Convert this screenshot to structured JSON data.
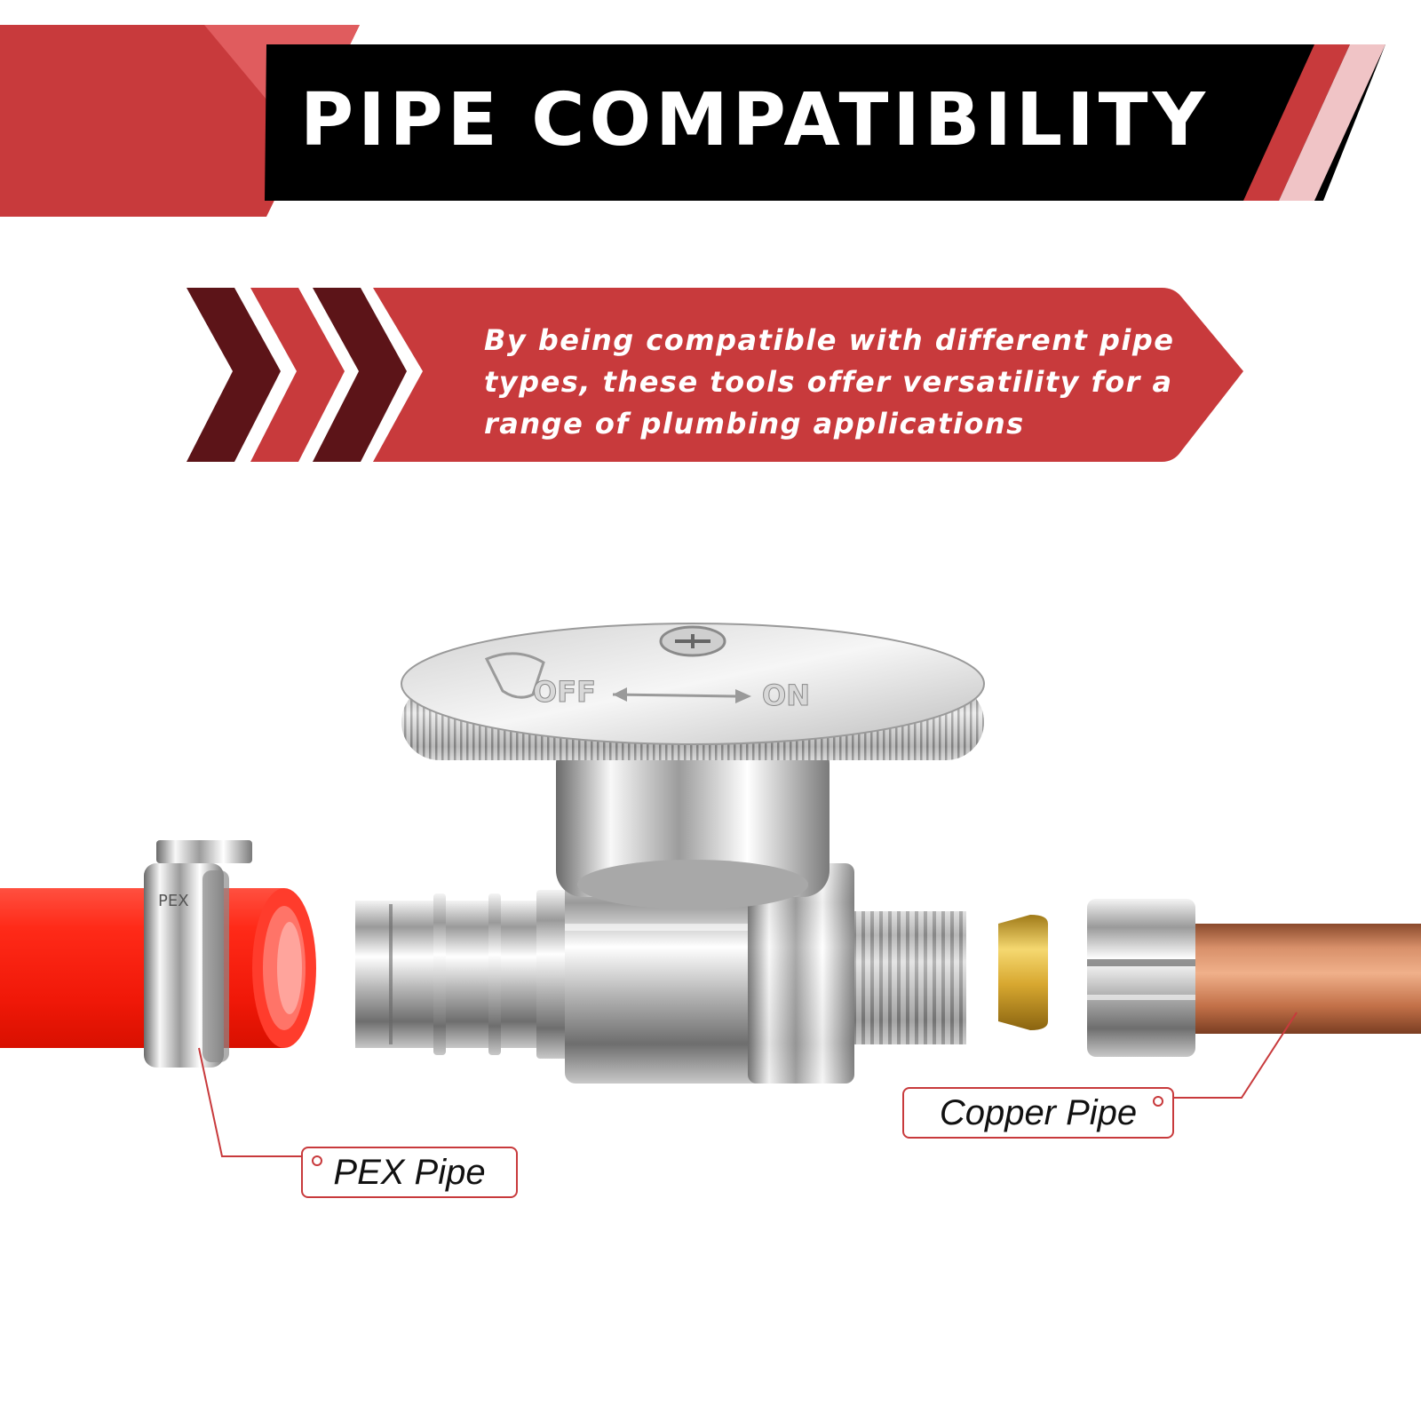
{
  "header": {
    "title": "PIPE COMPATIBILITY"
  },
  "banner": {
    "description": "By being compatible with different pipe types, these tools offer versatility for a range of plumbing applications"
  },
  "callouts": {
    "pex_label": "PEX Pipe",
    "copper_label": "Copper Pipe"
  },
  "valve": {
    "handle_off": "OFF",
    "handle_on": "ON",
    "clamp_marking": "PEX"
  },
  "colors": {
    "brand_red": "#c83a3c",
    "dark_maroon": "#5c1418",
    "header_black": "#000000",
    "pex_red": "#ff1e12",
    "copper": "#c6774e",
    "brass": "#e0b43c"
  }
}
